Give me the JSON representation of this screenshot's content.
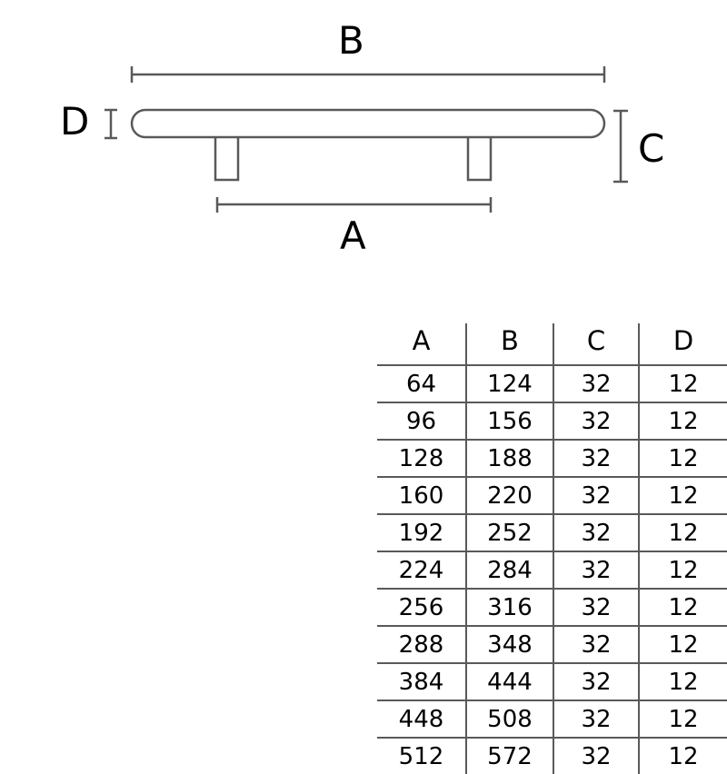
{
  "drawing": {
    "title": "cabinet-pull-handle-dimension-diagram",
    "labels": {
      "A": "A",
      "B": "B",
      "C": "C",
      "D": "D"
    },
    "line_color": "#595959",
    "text_color": "#000000",
    "background": "#ffffff"
  },
  "table": {
    "headers": [
      "A",
      "B",
      "C",
      "D"
    ],
    "rows": [
      [
        "64",
        "124",
        "32",
        "12"
      ],
      [
        "96",
        "156",
        "32",
        "12"
      ],
      [
        "128",
        "188",
        "32",
        "12"
      ],
      [
        "160",
        "220",
        "32",
        "12"
      ],
      [
        "192",
        "252",
        "32",
        "12"
      ],
      [
        "224",
        "284",
        "32",
        "12"
      ],
      [
        "256",
        "316",
        "32",
        "12"
      ],
      [
        "288",
        "348",
        "32",
        "12"
      ],
      [
        "384",
        "444",
        "32",
        "12"
      ],
      [
        "448",
        "508",
        "32",
        "12"
      ],
      [
        "512",
        "572",
        "32",
        "12"
      ]
    ]
  }
}
